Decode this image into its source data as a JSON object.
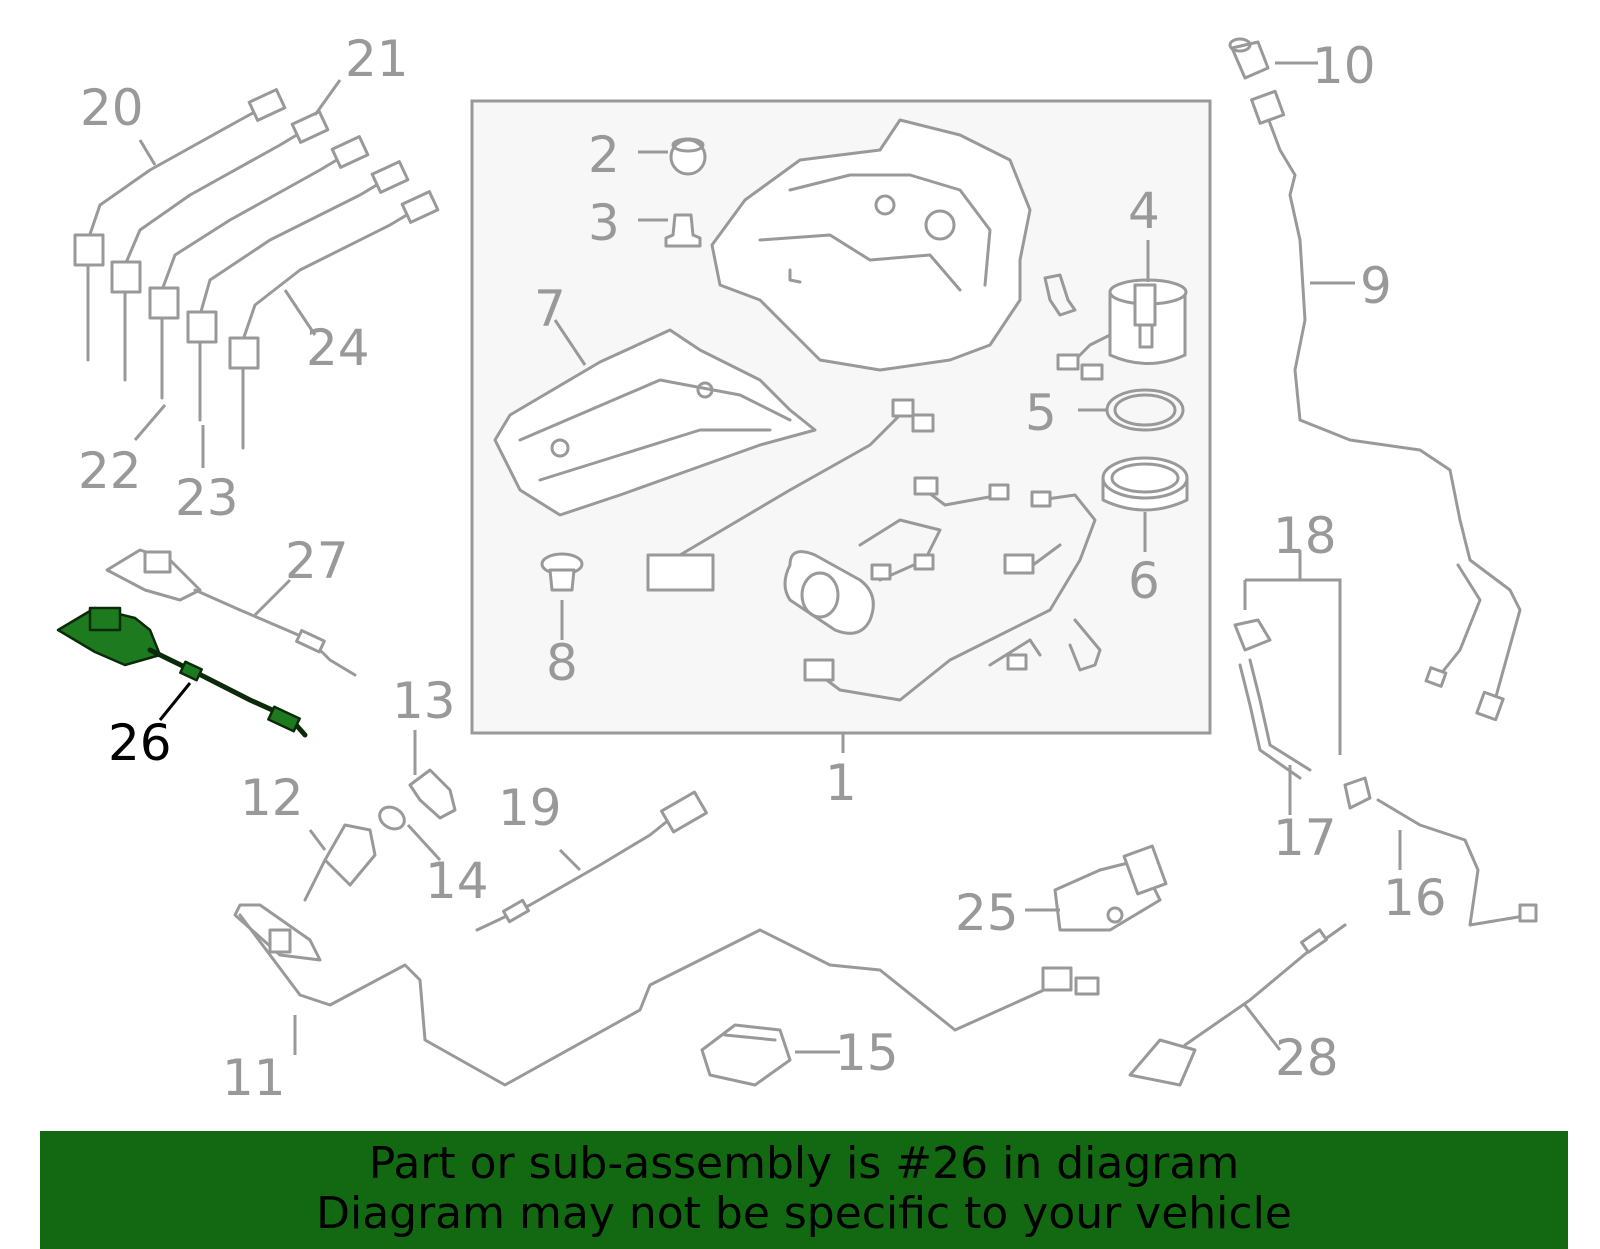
{
  "diagram": {
    "highlight_color": "#126912",
    "callouts": [
      {
        "id": "1",
        "label": "1"
      },
      {
        "id": "2",
        "label": "2"
      },
      {
        "id": "3",
        "label": "3"
      },
      {
        "id": "4",
        "label": "4"
      },
      {
        "id": "5",
        "label": "5"
      },
      {
        "id": "6",
        "label": "6"
      },
      {
        "id": "7",
        "label": "7"
      },
      {
        "id": "8",
        "label": "8"
      },
      {
        "id": "9",
        "label": "9"
      },
      {
        "id": "10",
        "label": "10"
      },
      {
        "id": "11",
        "label": "11"
      },
      {
        "id": "12",
        "label": "12"
      },
      {
        "id": "13",
        "label": "13"
      },
      {
        "id": "14",
        "label": "14"
      },
      {
        "id": "15",
        "label": "15"
      },
      {
        "id": "16",
        "label": "16"
      },
      {
        "id": "17",
        "label": "17"
      },
      {
        "id": "18",
        "label": "18"
      },
      {
        "id": "19",
        "label": "19"
      },
      {
        "id": "20",
        "label": "20"
      },
      {
        "id": "21",
        "label": "21"
      },
      {
        "id": "22",
        "label": "22"
      },
      {
        "id": "23",
        "label": "23"
      },
      {
        "id": "24",
        "label": "24"
      },
      {
        "id": "25",
        "label": "25"
      },
      {
        "id": "26",
        "label": "26",
        "highlighted": true
      },
      {
        "id": "27",
        "label": "27"
      },
      {
        "id": "28",
        "label": "28"
      }
    ]
  },
  "banner": {
    "line1": "Part or sub-assembly is #26 in diagram",
    "line2": "Diagram may not be specific to your vehicle",
    "background": "#126912"
  }
}
